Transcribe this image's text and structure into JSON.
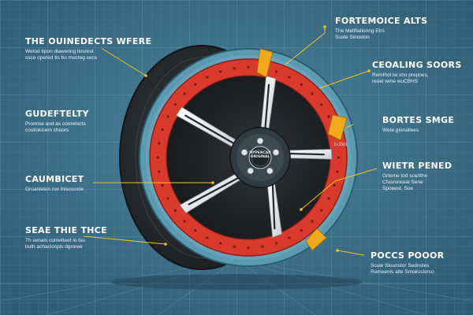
{
  "palette": {
    "background": "#3d6f86",
    "grid": "#6a97ab",
    "tire": "#2b2e31",
    "rim_red": "#d93a2c",
    "rim_teal": "#5b9bb2",
    "spoke_white": "#eef1f2",
    "accent_yellow": "#f1a81a",
    "hub_dark": "#23292d",
    "leader_yellow": "#f2c51f"
  },
  "icons": [
    "rivet-hole-icon",
    "lug-nut-icon",
    "center-cap-icon"
  ],
  "hub": {
    "cap_line1": "HYPERCAR",
    "cap_line2": "ORIGINAL"
  },
  "rim_tag": "DCD01",
  "labels": [
    {
      "id": "top-left",
      "title": "THE OUINEDECTS WFERE",
      "lines": [
        "Wetod tipon dlawering liosrest",
        "ssce opered tis bo mocteg secs"
      ]
    },
    {
      "id": "top-right",
      "title": "FORTEMOICE ALTS",
      "lines": [
        "The Mellfiationng Etrs",
        "Suste Sinoston"
      ]
    },
    {
      "id": "mid-left",
      "title": "GUDEFTELTY",
      "lines": [
        "Proimse and as coorehicts",
        "costiokicem choors"
      ]
    },
    {
      "id": "upper-right",
      "title": "CEOALING SOORS",
      "lines": [
        "Remthol iw sho prepoes,",
        "reoel wme wuCBHS"
      ]
    },
    {
      "id": "middle-right",
      "title": "BORTES SMGE",
      "lines": [
        "Wete gionallees"
      ]
    },
    {
      "id": "left",
      "title": "CAUMBICET",
      "lines": [
        "Groanleton rov ihreccocte"
      ]
    },
    {
      "id": "right",
      "title": "WIETR PENED",
      "lines": [
        "Grteme tod sce/tthe",
        "Cfusronceal Sene",
        "Spoeest. Soe"
      ]
    },
    {
      "id": "bottom-left",
      "title": "SEAE THIE THCE",
      "lines": [
        "Th senals cometteet lo tsu",
        "buth achaclocpis dgroree"
      ]
    },
    {
      "id": "bottom-right",
      "title": "POCCS POOOR",
      "lines": [
        "Scule Slounstor Sednstes",
        "Remeenis alte Smoksslorco"
      ]
    }
  ]
}
